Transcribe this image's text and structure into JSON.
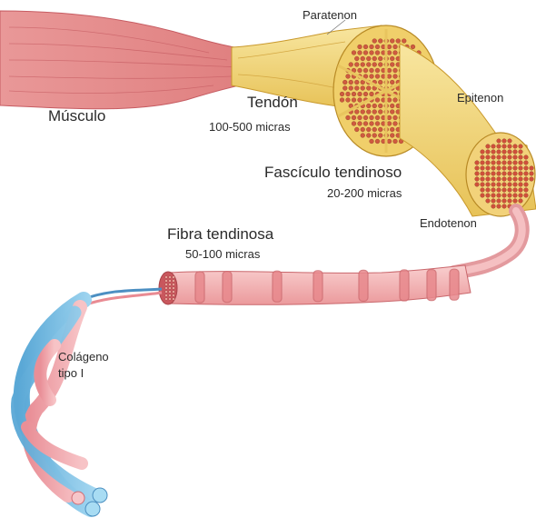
{
  "labels": {
    "musculo": "Músculo",
    "paratenon": "Paratenon",
    "tendon": "Tendón",
    "tendon_size": "100-500 micras",
    "epitenon": "Epitenon",
    "fasciculo": "Fascículo tendinoso",
    "fasciculo_size": "20-200 micras",
    "endotenon": "Endotenon",
    "fibra": "Fibra tendinosa",
    "fibra_size": "50-100 micras",
    "colageno_line1": "Colágeno",
    "colageno_line2": "tipo I"
  },
  "colors": {
    "muscle": "#e88a8a",
    "muscle_dark": "#c85a5e",
    "tendon": "#f2d77a",
    "tendon_dark": "#d9ac3a",
    "fascicle_dot": "#d2553d",
    "fiber": "#f4b4b4",
    "fiber_dark": "#d96a6e",
    "collagen_blue": "#7cc1e6",
    "collagen_pink": "#f0a7ad"
  }
}
